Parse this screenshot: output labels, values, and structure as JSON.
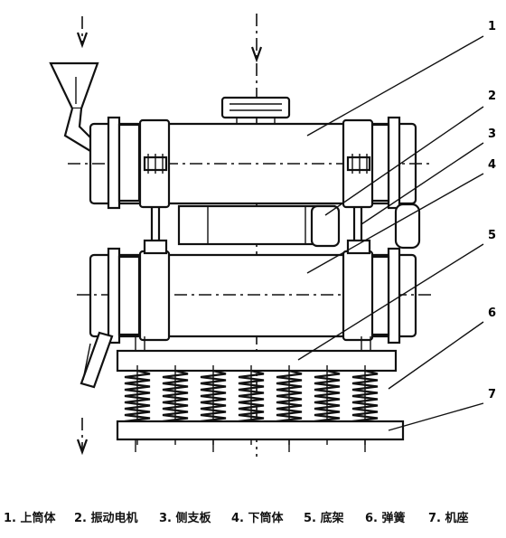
{
  "callouts": [
    {
      "number": "1",
      "label": "上筒体"
    },
    {
      "number": "2",
      "label": "振动电机"
    },
    {
      "number": "3",
      "label": "侧支板"
    },
    {
      "number": "4",
      "label": "下筒体"
    },
    {
      "number": "5",
      "label": "底架"
    },
    {
      "number": "6",
      "label": "弹簧"
    },
    {
      "number": "7",
      "label": "机座"
    }
  ],
  "caption_items": [
    "1. 上筒体",
    "2. 振动电机",
    "3. 侧支板",
    "4. 下筒体",
    "5. 底架",
    "6. 弹簧",
    "7. 机座"
  ]
}
